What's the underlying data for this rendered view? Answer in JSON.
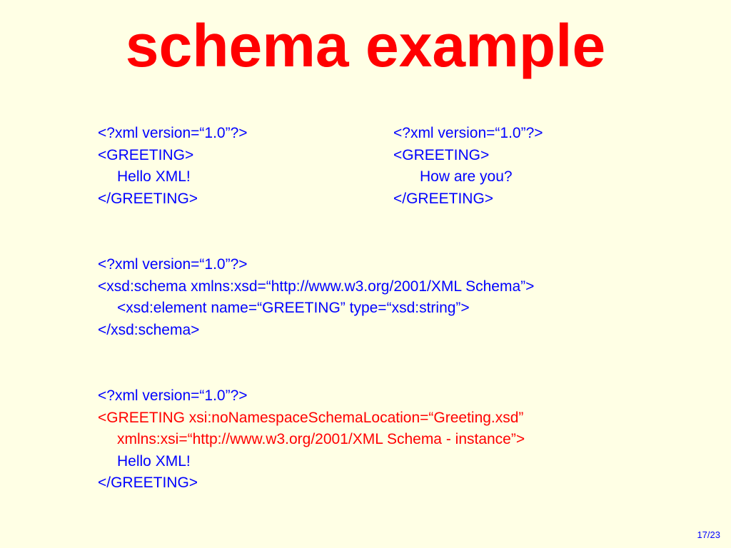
{
  "slide": {
    "title": "schema example",
    "page_number": "17/23"
  },
  "xml_example_1": {
    "declaration": "<?xml version=“1.0”?>",
    "open_tag": "<GREETING>",
    "content": "Hello XML!",
    "close_tag": "</GREETING>"
  },
  "xml_example_2": {
    "declaration": "<?xml version=“1.0”?>",
    "open_tag": "<GREETING>",
    "content": "How are you?",
    "close_tag": "</GREETING>"
  },
  "schema_example": {
    "declaration": "<?xml version=“1.0”?>",
    "open_tag": "<xsd:schema xmlns:xsd=“http://www.w3.org/2001/XML Schema”>",
    "element_line": "<xsd:element name=“GREETING” type=“xsd:string”>",
    "close_tag": "</xsd:schema>"
  },
  "instance_example": {
    "declaration": "<?xml version=“1.0”?>",
    "open_tag_line1": "<GREETING xsi:noNamespaceSchemaLocation=“Greeting.xsd”",
    "open_tag_line2": "xmlns:xsi=“http://www.w3.org/2001/XML Schema - instance”>",
    "content": "Hello XML!",
    "close_tag": "</GREETING>"
  },
  "colors": {
    "background": "#FFFFE5",
    "title": "#FF0000",
    "code": "#0000FF",
    "highlight": "#FF0000"
  }
}
